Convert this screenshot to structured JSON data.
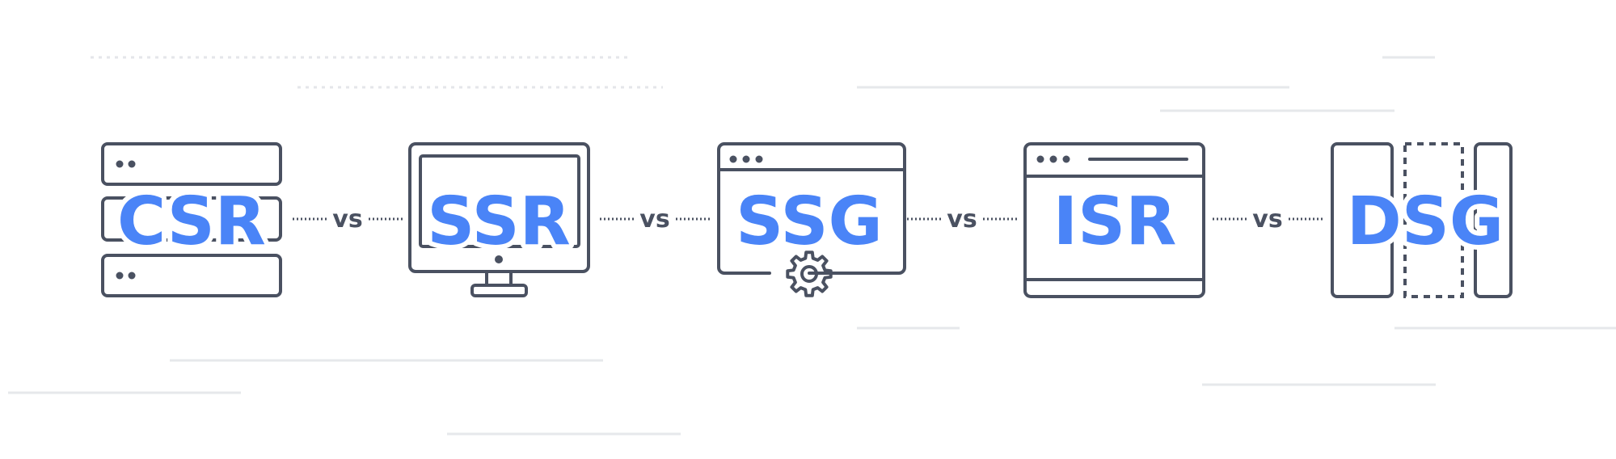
{
  "items": [
    {
      "label": "CSR",
      "icon": "server-stack-icon"
    },
    {
      "label": "SSR",
      "icon": "monitor-icon"
    },
    {
      "label": "SSG",
      "icon": "browser-gear-icon"
    },
    {
      "label": "ISR",
      "icon": "browser-window-icon"
    },
    {
      "label": "DSG",
      "icon": "split-panels-icon"
    }
  ],
  "separator": "vs",
  "colors": {
    "accent": "#4a84f7",
    "outline": "#4a5161",
    "decor": "#e4e6ea"
  }
}
